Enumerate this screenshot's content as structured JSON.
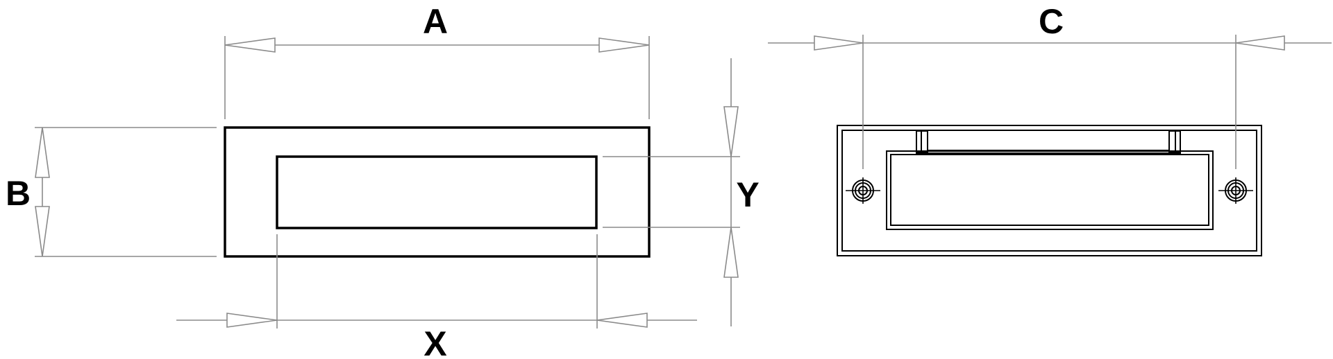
{
  "labels": {
    "a": "A",
    "b": "B",
    "c": "C",
    "x": "X",
    "y": "Y"
  },
  "colors": {
    "object_line": "#000000",
    "dimension_line": "#8a8a8a",
    "background": "#ffffff"
  }
}
